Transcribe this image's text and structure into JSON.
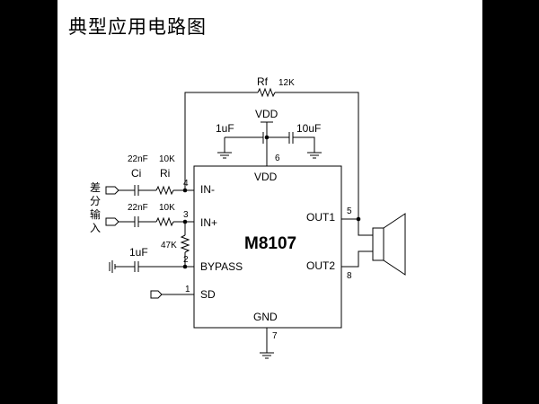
{
  "title": "典型应用电路图",
  "chip": {
    "name": "M8107",
    "pins": {
      "vdd": "VDD",
      "in_minus": "IN-",
      "in_plus": "IN+",
      "bypass": "BYPASS",
      "sd": "SD",
      "gnd": "GND",
      "out1": "OUT1",
      "out2": "OUT2"
    },
    "pin_numbers": {
      "vdd": "6",
      "in_minus": "4",
      "in_plus": "3",
      "bypass": "2",
      "sd": "1",
      "gnd": "7",
      "out1": "5",
      "out2": "8"
    }
  },
  "components": {
    "rf": {
      "name": "Rf",
      "value": "12K"
    },
    "vdd_label": "VDD",
    "cap_vdd_left": "1uF",
    "cap_vdd_right": "10uF",
    "ci": {
      "name": "Ci",
      "value": "22nF"
    },
    "ri": {
      "name": "Ri",
      "value": "10K"
    },
    "cap_in_plus": "22nF",
    "res_in_plus": "10K",
    "res_bypass": "47K",
    "cap_bypass": "1uF"
  },
  "input_label": [
    "差",
    "分",
    "输",
    "入"
  ]
}
